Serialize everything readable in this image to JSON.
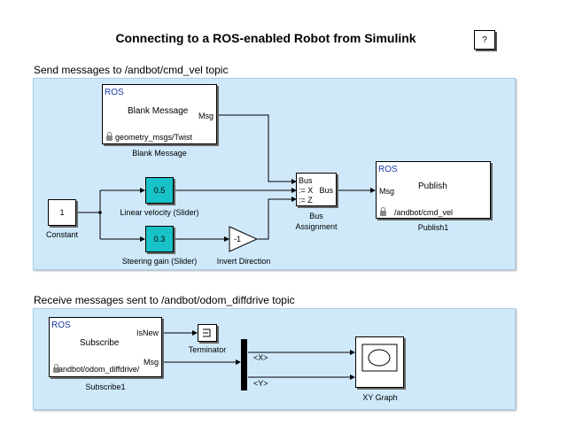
{
  "title": "Connecting to a ROS-enabled Robot from Simulink",
  "help_label": "?",
  "send_area": {
    "title": "Send messages to /andbot/cmd_vel topic",
    "blank_message": {
      "ros": "ROS",
      "name": "Blank Message",
      "port": "Msg",
      "msgtype": "geometry_msgs/Twist",
      "label": "Blank Message"
    },
    "constant": {
      "value": "1",
      "label": "Constant"
    },
    "linear_slider": {
      "value": "0.5",
      "label": "Linear velocity (Slider)"
    },
    "steering_slider": {
      "value": "0.3",
      "label": "Steering gain (Slider)"
    },
    "invert": {
      "value": "-1",
      "label": "Invert Direction"
    },
    "bus_assign": {
      "in_bus": "Bus",
      "in_x": ":= X",
      "in_z": ":= Z",
      "out": "Bus",
      "label": "Bus\nAssignment"
    },
    "publish": {
      "ros": "ROS",
      "name": "Publish",
      "port": "Msg",
      "topic": "/andbot/cmd_vel",
      "label": "Publish1"
    }
  },
  "receive_area": {
    "title": "Receive messages sent to /andbot/odom_diffdrive topic",
    "subscribe": {
      "ros": "ROS",
      "name": "Subscribe",
      "port_isnew": "IsNew",
      "port_msg": "Msg",
      "topic": "/andbot/odom_diffdrive",
      "label": "Subscribe1"
    },
    "terminator": {
      "label": "Terminator"
    },
    "signal_x": "<X>",
    "signal_y": "<Y>",
    "xy_graph": {
      "label": "XY Graph"
    }
  }
}
